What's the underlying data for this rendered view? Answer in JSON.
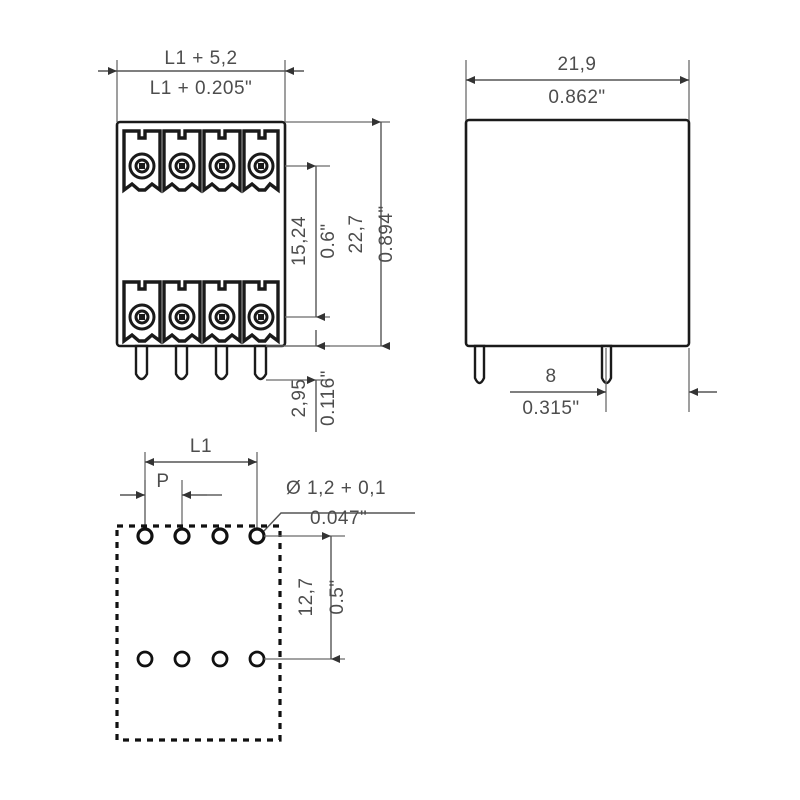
{
  "drawing": {
    "title": "PCB connector technical drawing",
    "background_color": "#ffffff",
    "line_color": "#1a1a1a",
    "dimension_color": "#4d4d4d"
  },
  "views": {
    "front": {
      "name": "front-view",
      "poles": 4,
      "terminal_rows": 2,
      "dimensions": {
        "width_mm": "L1 + 5,2",
        "width_in": "L1 + 0.205\"",
        "row_spacing_mm": "15,24",
        "row_spacing_in": "0.6\"",
        "body_height_mm": "22,7",
        "body_height_in": "0.894\"",
        "pin_length_mm": "2,95",
        "pin_length_in": "0.116\""
      }
    },
    "side": {
      "name": "side-view",
      "dimensions": {
        "depth_mm": "21,9",
        "depth_in": "0.862\"",
        "pin_offset_mm": "8",
        "pin_offset_in": "0.315\""
      }
    },
    "footprint": {
      "name": "pcb-footprint-view",
      "holes_per_row": 4,
      "rows": 2,
      "dimensions": {
        "length_label": "L1",
        "pitch_label": "P",
        "hole_diameter_mm": "Ø 1,2 + 0,1",
        "hole_diameter_in": "0.047\"",
        "row_spacing_mm": "12,7",
        "row_spacing_in": "0.5\""
      }
    }
  },
  "labels": {
    "front_width_mm": "L1 + 5,2",
    "front_width_in": "L1 + 0.205\"",
    "front_row_mm": "15,24",
    "front_row_in": "0.6\"",
    "front_height_mm": "22,7",
    "front_height_in": "0.894\"",
    "front_pin_mm": "2,95",
    "front_pin_in": "0.116\"",
    "side_width_mm": "21,9",
    "side_width_in": "0.862\"",
    "side_pin_mm": "8",
    "side_pin_in": "0.315\"",
    "fp_length": "L1",
    "fp_pitch": "P",
    "fp_dia_mm": "Ø 1,2 + 0,1",
    "fp_dia_in": "0.047\"",
    "fp_row_mm": "12,7",
    "fp_row_in": "0.5\""
  }
}
